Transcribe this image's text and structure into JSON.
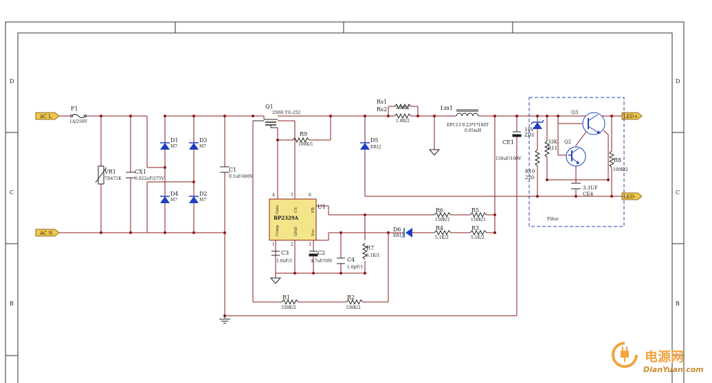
{
  "zones": {
    "d": "D",
    "c": "C",
    "b": "B"
  },
  "ports": {
    "acl": "AC L",
    "acn": "AC N",
    "ledp": "LED+",
    "ledn": "LED-"
  },
  "labels": {
    "f1": "F1",
    "f1v": "1A/250V",
    "vr1": "VR1",
    "vr1v": "7D471K",
    "cx1": "CX1",
    "cx1v": "0.022uF/275V",
    "d1": "D1",
    "d2": "D2",
    "d3": "D3",
    "d4": "D4",
    "m7": "M7",
    "c1": "C1",
    "c1v": "0.1uF/400V",
    "q1": "Q1",
    "q1v": "2N60 TO-252",
    "r9": "R9",
    "r9v": "100K/1",
    "u1": "U1",
    "chip": "BP2329A",
    "pin_gate": "Gate",
    "pin_cs": "CS",
    "pin_fb": "FB",
    "pin_comp": "Comp",
    "pin_gnd": "GND",
    "pin_vcc": "Vcc",
    "pn4": "4",
    "pn5": "5",
    "pn6": "6",
    "pn1": "1",
    "pn2": "2",
    "pn3": "3",
    "c3": "C3",
    "c3v": "1.0uF/1",
    "c2": "C2",
    "c2v": "4.7uF/50V",
    "c4": "C4",
    "c4v": "1.0pF/1",
    "r7": "R7",
    "r7v": "5.1K/1",
    "rs1": "Rs1",
    "rs2": "Rs2",
    "rsv1": "1.8R/2",
    "rsv2": "1.8R/2",
    "d5": "D5",
    "d5v": "ER1J",
    "d6": "D6",
    "d6v": "ER1J",
    "lm1": "Lm1",
    "lm1v": "EPC13 0.23*1*180T",
    "lm1l": "0.65mH",
    "r6": "R6",
    "r6v": "150K/1",
    "r5": "R5",
    "r5v": "150K/1",
    "r4": "R4",
    "r4v": "5.1K/2",
    "r3": "R3",
    "r3v": "5.1K/2",
    "ce1": "CE1",
    "ce1v": "150uF/100V",
    "r1": "R1",
    "r1v": "330K/2",
    "r2": "R2",
    "r2v": "330K/2",
    "zd1v": "10V",
    "zd1": "ZD1",
    "r10": "R10",
    "r10v": "220",
    "r11v": "33K",
    "r11": "R11",
    "q2": "Q2",
    "q3": "Q3",
    "ce4v": "3.3UF",
    "ce4": "CE4",
    "r8": "R8",
    "r8v": "100K/2",
    "filter": "Filter"
  },
  "watermark": {
    "cn": "电源网",
    "en": "DianYuan.com"
  }
}
